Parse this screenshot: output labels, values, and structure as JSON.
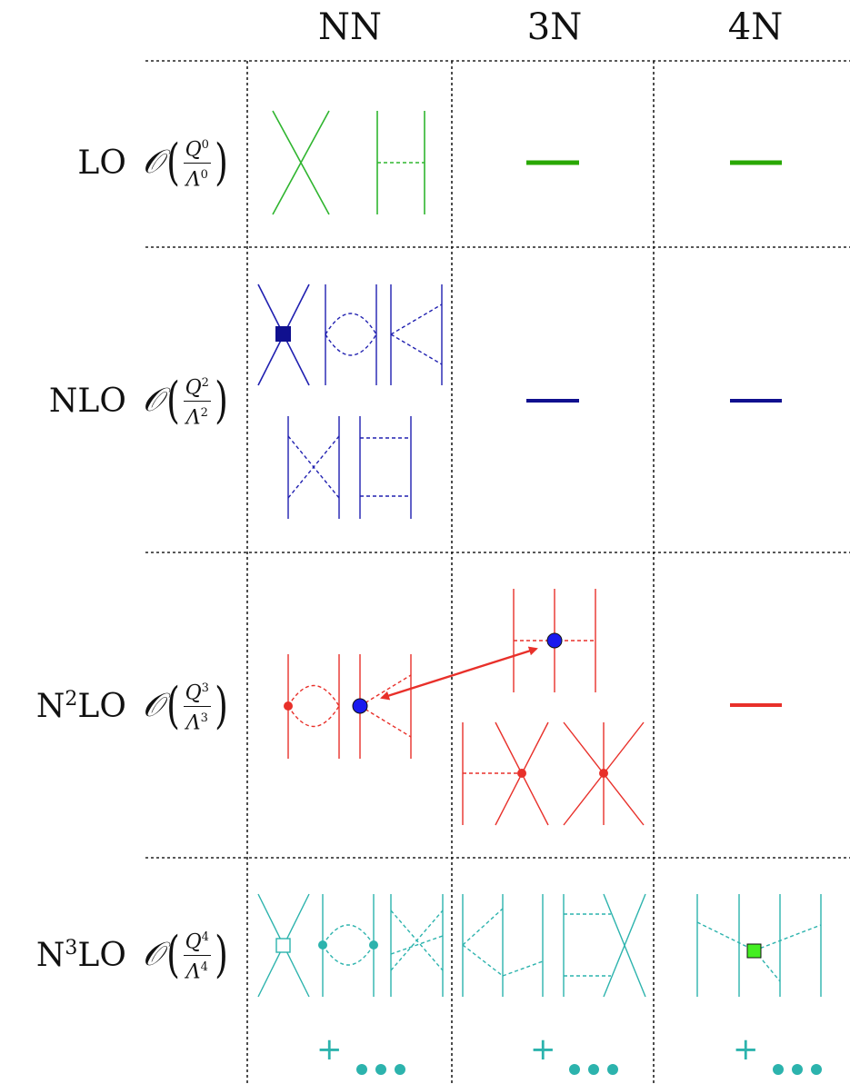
{
  "columns": [
    "NN",
    "3N",
    "4N"
  ],
  "rows": [
    {
      "order_main": "LO",
      "order_sup": "",
      "order_tail": "",
      "O_symbol": "𝒪",
      "numerator": "Q",
      "num_exp": "0",
      "denominator": "Λ",
      "den_exp": "0"
    },
    {
      "order_main": "NLO",
      "order_sup": "",
      "order_tail": "",
      "O_symbol": "𝒪",
      "numerator": "Q",
      "num_exp": "2",
      "denominator": "Λ",
      "den_exp": "2"
    },
    {
      "order_main": "N",
      "order_sup": "2",
      "order_tail": "LO",
      "O_symbol": "𝒪",
      "numerator": "Q",
      "num_exp": "3",
      "denominator": "Λ",
      "den_exp": "3"
    },
    {
      "order_main": "N",
      "order_sup": "3",
      "order_tail": "LO",
      "O_symbol": "𝒪",
      "numerator": "Q",
      "num_exp": "4",
      "denominator": "Λ",
      "den_exp": "4"
    }
  ],
  "ellipsis_plus": "+",
  "colors": {
    "LO": "#2fb52f",
    "LO_bar": "#29a800",
    "NLO": "#2020b0",
    "N2LO": "#e8302a",
    "N3LO": "#2cb3ad",
    "vertex_blue": "#1a1aee",
    "vertex_green": "#44ee22",
    "grid": "#222222"
  }
}
